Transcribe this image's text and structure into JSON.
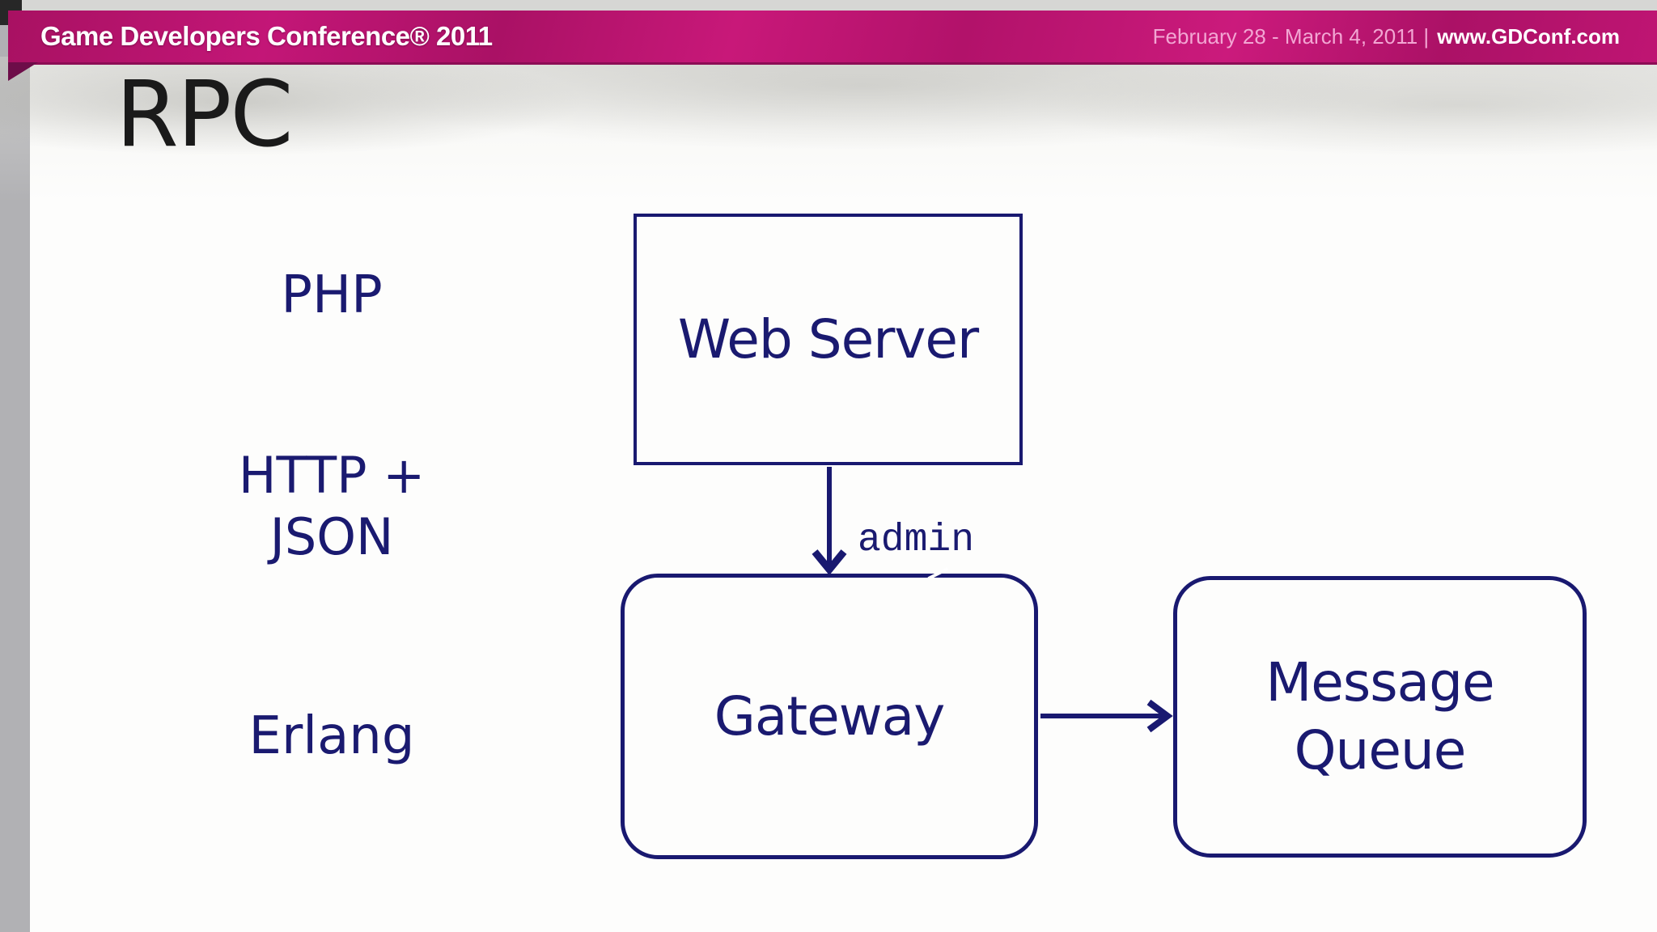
{
  "header": {
    "logo_text": "Game Developers Conference® 2011",
    "dates_text": "February 28 - March 4, 2011 |",
    "website_text": "www.GDConf.com",
    "bar_color": "#bc1371",
    "dates_color": "#f2a6d3"
  },
  "slide": {
    "title": "RPC",
    "side_labels": {
      "php": "PHP",
      "http_json_line1": "HTTP +",
      "http_json_line2": "JSON",
      "erlang": "Erlang"
    },
    "diagram": {
      "web_server": "Web Server",
      "gateway": "Gateway",
      "message_queue_line1": "Message",
      "message_queue_line2": "Queue",
      "edge_label": "admin",
      "line_color": "#191970",
      "text_color": "#1a1a70"
    }
  }
}
